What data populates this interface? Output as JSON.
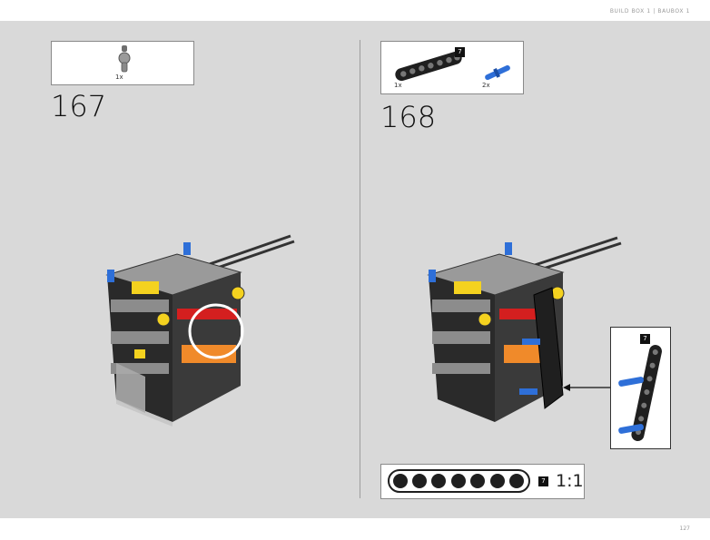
{
  "header": {
    "title": "BUILD BOX 1 | BAUBOX 1"
  },
  "page_number": "127",
  "steps": [
    {
      "number": "167",
      "parts": [
        {
          "qty": "1x",
          "icon": "gray-axle-connector-part"
        }
      ]
    },
    {
      "number": "168",
      "parts": [
        {
          "qty": "1x",
          "icon": "black-beam-7-part",
          "badge": "7"
        },
        {
          "qty": "2x",
          "icon": "blue-pin-part"
        }
      ]
    }
  ],
  "callout": {
    "badge": "7",
    "icon": "beam-with-pins-subassembly"
  },
  "scale_reference": {
    "badge": "7",
    "ratio": "1:1"
  },
  "colors": {
    "background": "#d9d9d9",
    "beam_black": "#1f1f1f",
    "pin_blue": "#2e6fd8",
    "accent_red": "#d41f1f",
    "accent_orange": "#f08a2a",
    "accent_yellow": "#f4d21f"
  }
}
